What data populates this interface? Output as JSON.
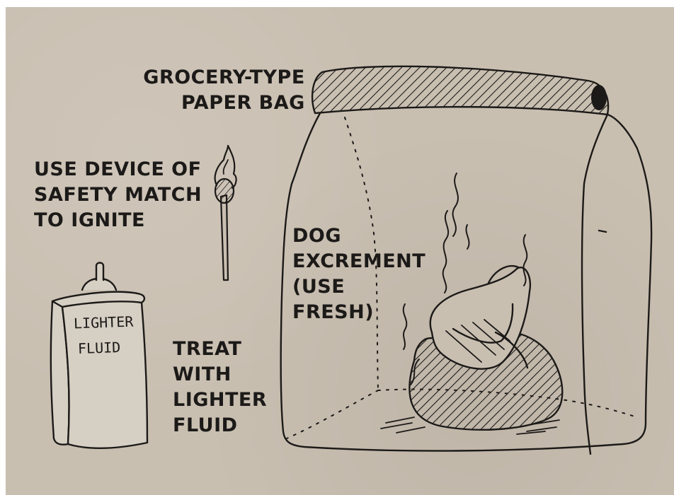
{
  "labels": {
    "bag": [
      "GROCERY-TYPE",
      "PAPER BAG"
    ],
    "match": [
      "USE DEVICE OF",
      "SAFETY MATCH",
      "TO IGNITE"
    ],
    "excrement": [
      "DOG",
      "EXCREMENT",
      "(USE",
      "FRESH)"
    ],
    "treat": [
      "TREAT",
      "WITH",
      "LIGHTER",
      "FLUID"
    ]
  },
  "can_label": [
    "LIGHTER",
    "FLUID"
  ],
  "colors": {
    "paper": "#c9bfb1",
    "ink": "#1c1a18",
    "can": "#d6cfc4"
  },
  "objects": [
    "paper-bag",
    "safety-match",
    "lighter-fluid-can",
    "dog-excrement"
  ]
}
